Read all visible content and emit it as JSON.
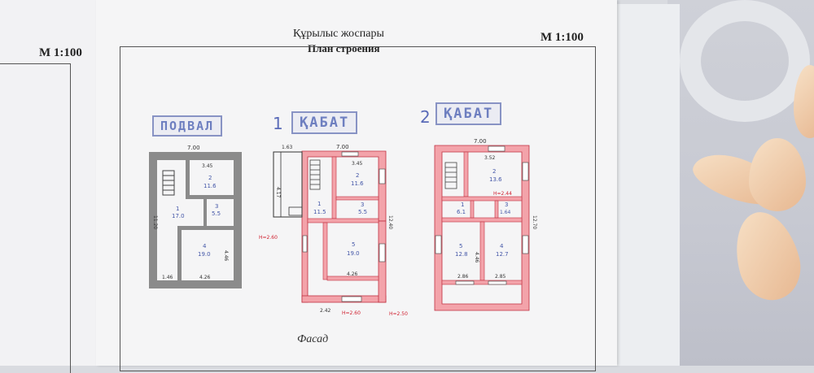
{
  "scale_left": "M 1:100",
  "scale_right": "M 1:100",
  "title_kz": "Құрылыс жоспары",
  "title_ru": "План строения",
  "stamp_basement": "ПОДВАЛ",
  "floor1_number": "1",
  "stamp_floor1": "ҚАБАТ",
  "floor2_number": "2",
  "stamp_floor2": "ҚАБАТ",
  "facade": "Фасад",
  "basement": {
    "dims": [
      "7.00",
      "3.45",
      "11.20",
      "4.46",
      "4.26",
      "1.46"
    ],
    "rooms": [
      {
        "num": "2",
        "area": "11.6"
      },
      {
        "num": "1",
        "area": "17.0"
      },
      {
        "num": "3",
        "area": "5.5"
      },
      {
        "num": "4",
        "area": "19.0"
      }
    ]
  },
  "floor1": {
    "dims": [
      "7.00",
      "1.63",
      "3.45",
      "4.17",
      "12.40",
      "4.26",
      "2.42"
    ],
    "rooms": [
      {
        "num": "1",
        "area": "11.5"
      },
      {
        "num": "2",
        "area": "11.6"
      },
      {
        "num": "3",
        "area": "5.5"
      },
      {
        "num": "5",
        "area": "19.0"
      }
    ],
    "marks": [
      "Н=2.60",
      "Н=2.60",
      "Н=2.50"
    ]
  },
  "floor2": {
    "dims": [
      "7.00",
      "3.52",
      "12.70",
      "2.86",
      "2.85",
      "4.46"
    ],
    "rooms": [
      {
        "num": "2",
        "area": "13.6"
      },
      {
        "num": "1",
        "area": "6.1"
      },
      {
        "num": "3",
        "area": "1.64"
      },
      {
        "num": "5",
        "area": "12.8"
      },
      {
        "num": "4",
        "area": "12.7"
      }
    ],
    "marks": [
      "Н=2.44"
    ]
  }
}
